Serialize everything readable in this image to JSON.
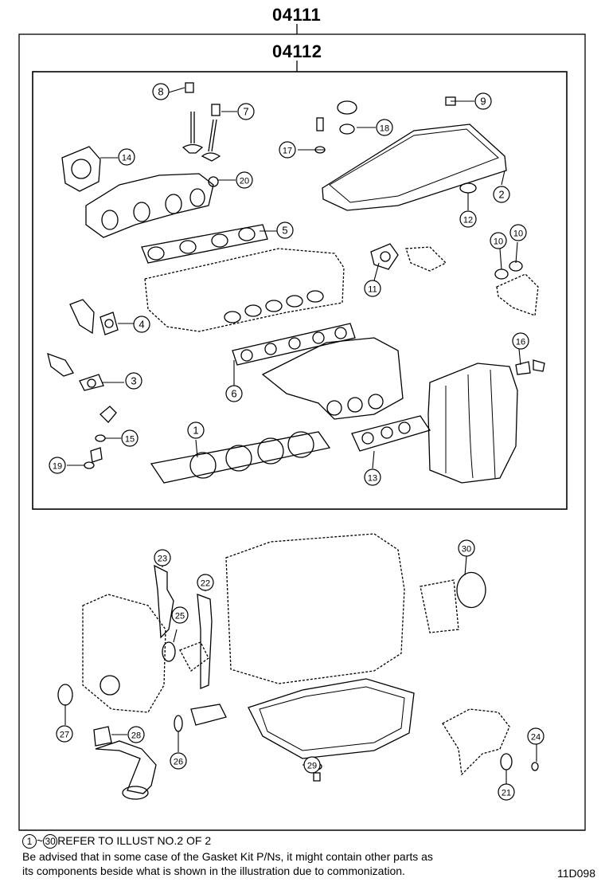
{
  "assembly_numbers": {
    "outer": "04111",
    "inner": "04112"
  },
  "callouts": [
    {
      "num": "1"
    },
    {
      "num": "2"
    },
    {
      "num": "3"
    },
    {
      "num": "4"
    },
    {
      "num": "5"
    },
    {
      "num": "6"
    },
    {
      "num": "7"
    },
    {
      "num": "8"
    },
    {
      "num": "9"
    },
    {
      "num": "10"
    },
    {
      "num": "10"
    },
    {
      "num": "11"
    },
    {
      "num": "12"
    },
    {
      "num": "13"
    },
    {
      "num": "14"
    },
    {
      "num": "15"
    },
    {
      "num": "16"
    },
    {
      "num": "17"
    },
    {
      "num": "18"
    },
    {
      "num": "19"
    },
    {
      "num": "20"
    },
    {
      "num": "21"
    },
    {
      "num": "22"
    },
    {
      "num": "23"
    },
    {
      "num": "24"
    },
    {
      "num": "25"
    },
    {
      "num": "26"
    },
    {
      "num": "27"
    },
    {
      "num": "28"
    },
    {
      "num": "29"
    },
    {
      "num": "30"
    }
  ],
  "footer": {
    "range_start": "1",
    "range_sep": "~",
    "range_end": "30",
    "refer_text": "REFER TO ILLUST NO.2 OF 2",
    "advisory_line1": "Be advised that in some case of the Gasket Kit P/Ns,  it might contain other parts as",
    "advisory_line2": "its components beside what is shown in the illustration due to commonization.",
    "figure_code": "11D098"
  }
}
